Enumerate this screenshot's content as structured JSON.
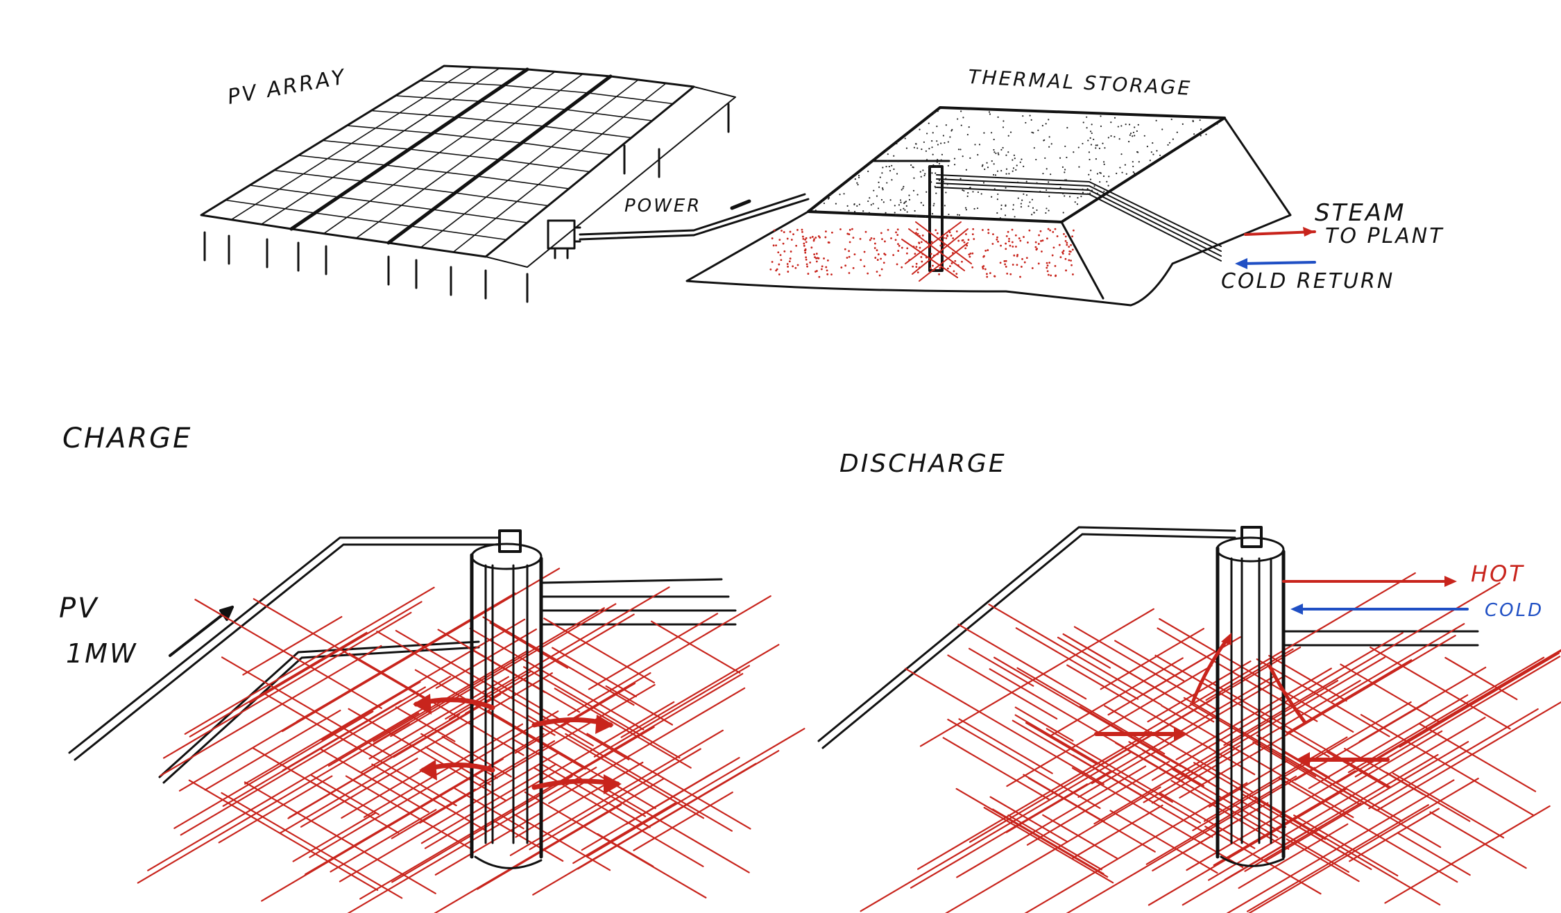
{
  "labels": {
    "pv_array": "PV ARRAY",
    "thermal_storage": "THERMAL STORAGE",
    "power": "POWER",
    "steam_to_plant_1": "STEAM",
    "steam_to_plant_2": "TO PLANT",
    "cold_return": "COLD RETURN",
    "charge": "CHARGE",
    "discharge": "DISCHARGE",
    "pv": "PV",
    "one_mw": "1MW",
    "hot": "HOT",
    "cold": "COLD"
  },
  "colors": {
    "ink": "#111111",
    "heat": "#c8241c",
    "cold": "#1f4fc4"
  }
}
